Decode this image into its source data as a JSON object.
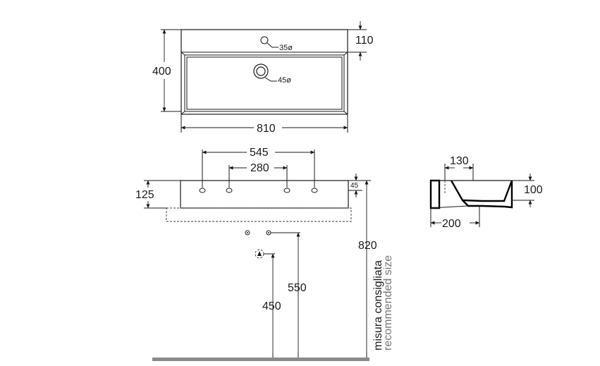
{
  "top_view": {
    "hole_small_label": "35ø",
    "hole_large_label": "45ø",
    "depth_label": "110",
    "height_label": "400",
    "width_label": "810"
  },
  "front_view": {
    "outer_holes_label": "545",
    "inner_holes_label": "280",
    "height_label": "125",
    "rim_label": "45",
    "total_height_label": "820",
    "recommended_it": "misura consigliata",
    "recommended_en": "recommended size",
    "height_550_label": "550",
    "height_450_label": "450"
  },
  "side_view": {
    "top_label": "130",
    "height_label": "100",
    "width_label": "200"
  }
}
